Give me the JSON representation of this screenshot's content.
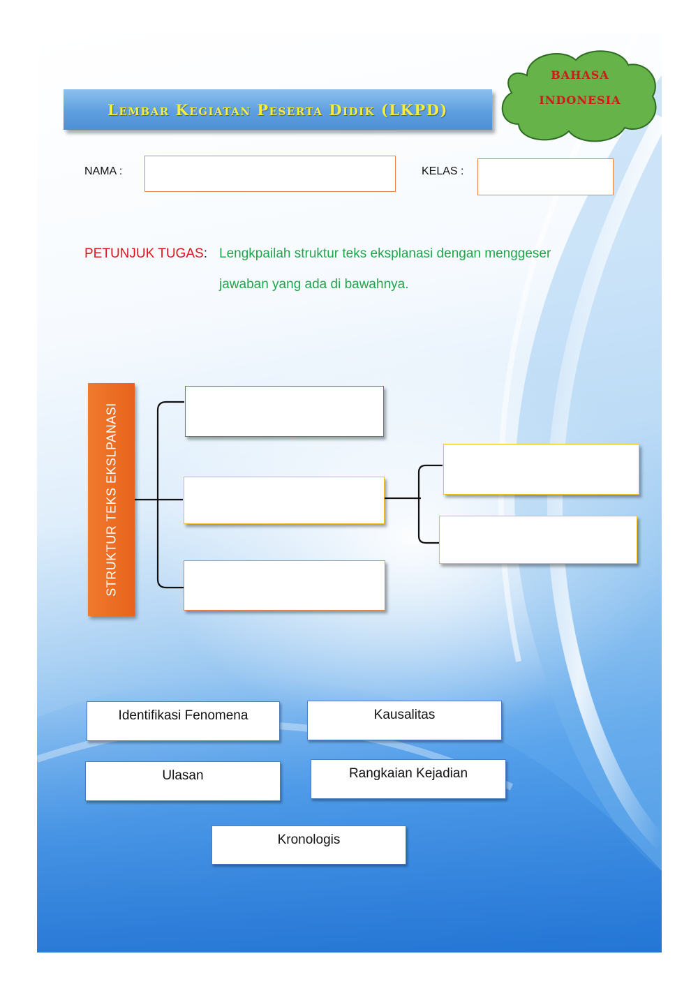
{
  "header": {
    "title": "Lembar Kegiatan Peserta Didik (LKPD)",
    "subject_line1": "BAHASA",
    "subject_line2": "INDONESIA"
  },
  "form": {
    "nama_label": "NAMA   :",
    "nama_value": "",
    "kelas_label": "KELAS  :",
    "kelas_value": ""
  },
  "instructions": {
    "label": "PETUNJUK TUGAS",
    "colon": ":",
    "line1": "Lengkpailah struktur teks eksplanasi dengan menggeser",
    "line2": "jawaban yang ada di bawahnya."
  },
  "diagram": {
    "root_label": "STRUKTUR TEKS EKSLPANASI",
    "drop_zones": [
      "",
      "",
      "",
      "",
      ""
    ]
  },
  "answers": [
    "Identifikasi Fenomena",
    "Kausalitas",
    "Ulasan",
    "Rangkaian Kejadian",
    "Kronologis"
  ],
  "colors": {
    "title_bar": "#5e9fe0",
    "title_text": "#f7ee3b",
    "cloud": "#66b34a",
    "cloud_text": "#cc1b1b",
    "instruction_label": "#e0141e",
    "instruction_text": "#1ea64a",
    "root_bar": "#ec6e24"
  }
}
